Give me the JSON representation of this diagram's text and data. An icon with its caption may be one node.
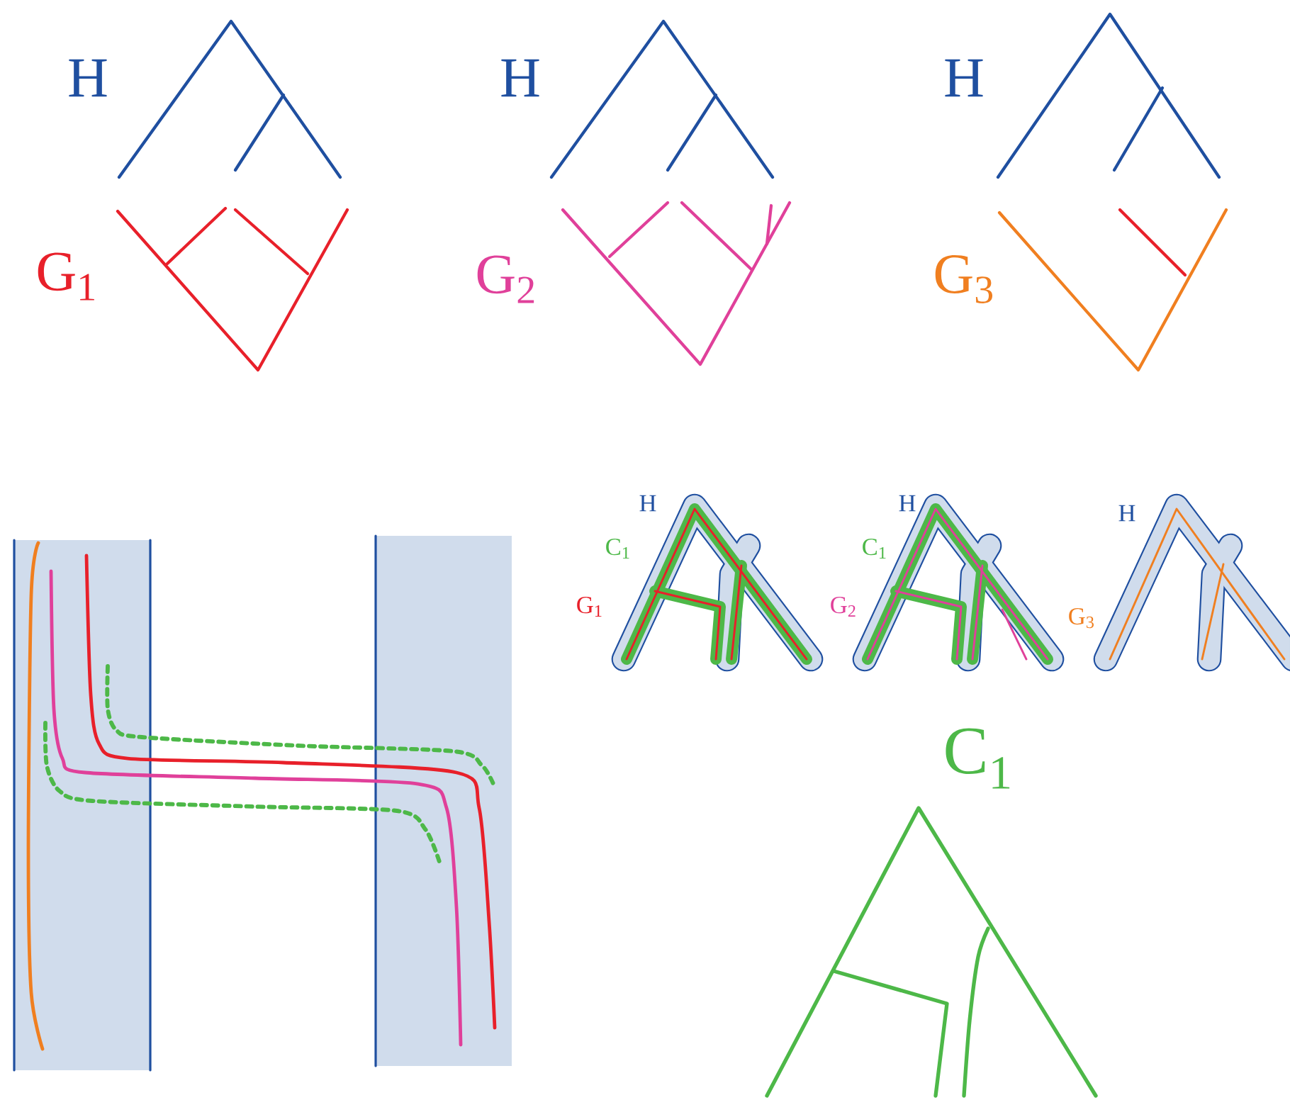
{
  "diagram": {
    "labels": [
      "H",
      "G$_{1}$",
      "H",
      "G$_{2}$",
      "H",
      "G$_{3}$",
      "H",
      "C$_{1}$",
      "G$_{1}$",
      "H",
      "C$_{1}$",
      "G$_{2}$",
      "H",
      "G$_{3}$",
      "C$_{1}$"
    ]
  }
}
